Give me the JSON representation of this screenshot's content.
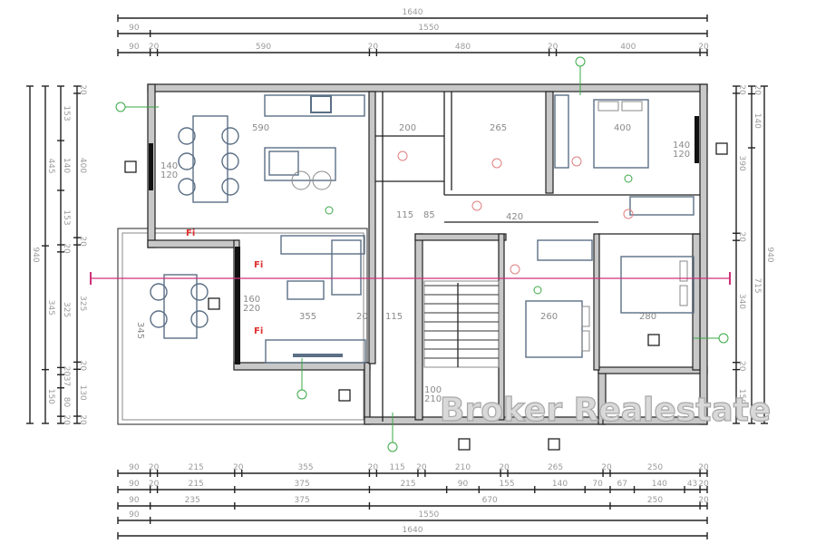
{
  "dimensions": {
    "top": [
      [
        1640
      ],
      [
        90,
        1550
      ],
      [
        90,
        20,
        590,
        20,
        480,
        20,
        400,
        20
      ]
    ],
    "bottom": [
      [
        90,
        20,
        215,
        20,
        355,
        20,
        115,
        20,
        210,
        20,
        265,
        20,
        250,
        20
      ],
      [
        90,
        20,
        215,
        375,
        215,
        90,
        155,
        140,
        70,
        67,
        140,
        43,
        20
      ],
      [
        90,
        235,
        375,
        670,
        250,
        20
      ],
      [
        90,
        1550
      ],
      [
        1640
      ]
    ],
    "left": [
      [
        940
      ],
      [
        445,
        345,
        150
      ],
      [
        153,
        140,
        153,
        20,
        325,
        20,
        37,
        80,
        20
      ],
      [
        20,
        400,
        20,
        325,
        20,
        130,
        20
      ]
    ],
    "right": [
      [
        20,
        390,
        20,
        340,
        20,
        150
      ],
      [
        20,
        140,
        715
      ],
      [
        940
      ]
    ]
  },
  "rooms": {
    "kitchen_width": "590",
    "living_width": "355",
    "living_gap": "20",
    "hall_width": "115",
    "hall_side": "85",
    "bath_width": "200",
    "utility_width": "265",
    "corridor_width": "420",
    "bedroom1_width": "400",
    "bedroom2_width": "260",
    "bedroom3_width": "280",
    "terrace_depth": "345",
    "window_left": "140",
    "window_left_sub": "120",
    "window_right": "140",
    "window_right_sub": "120",
    "door_living": "160",
    "door_living_sub": "220",
    "stair_door": "100",
    "stair_door_sub": "210"
  },
  "watermark": "Broker Realestate",
  "colors": {
    "section_line": "#d0307a",
    "furniture": "#5b6f86",
    "marker": "#39a845"
  }
}
